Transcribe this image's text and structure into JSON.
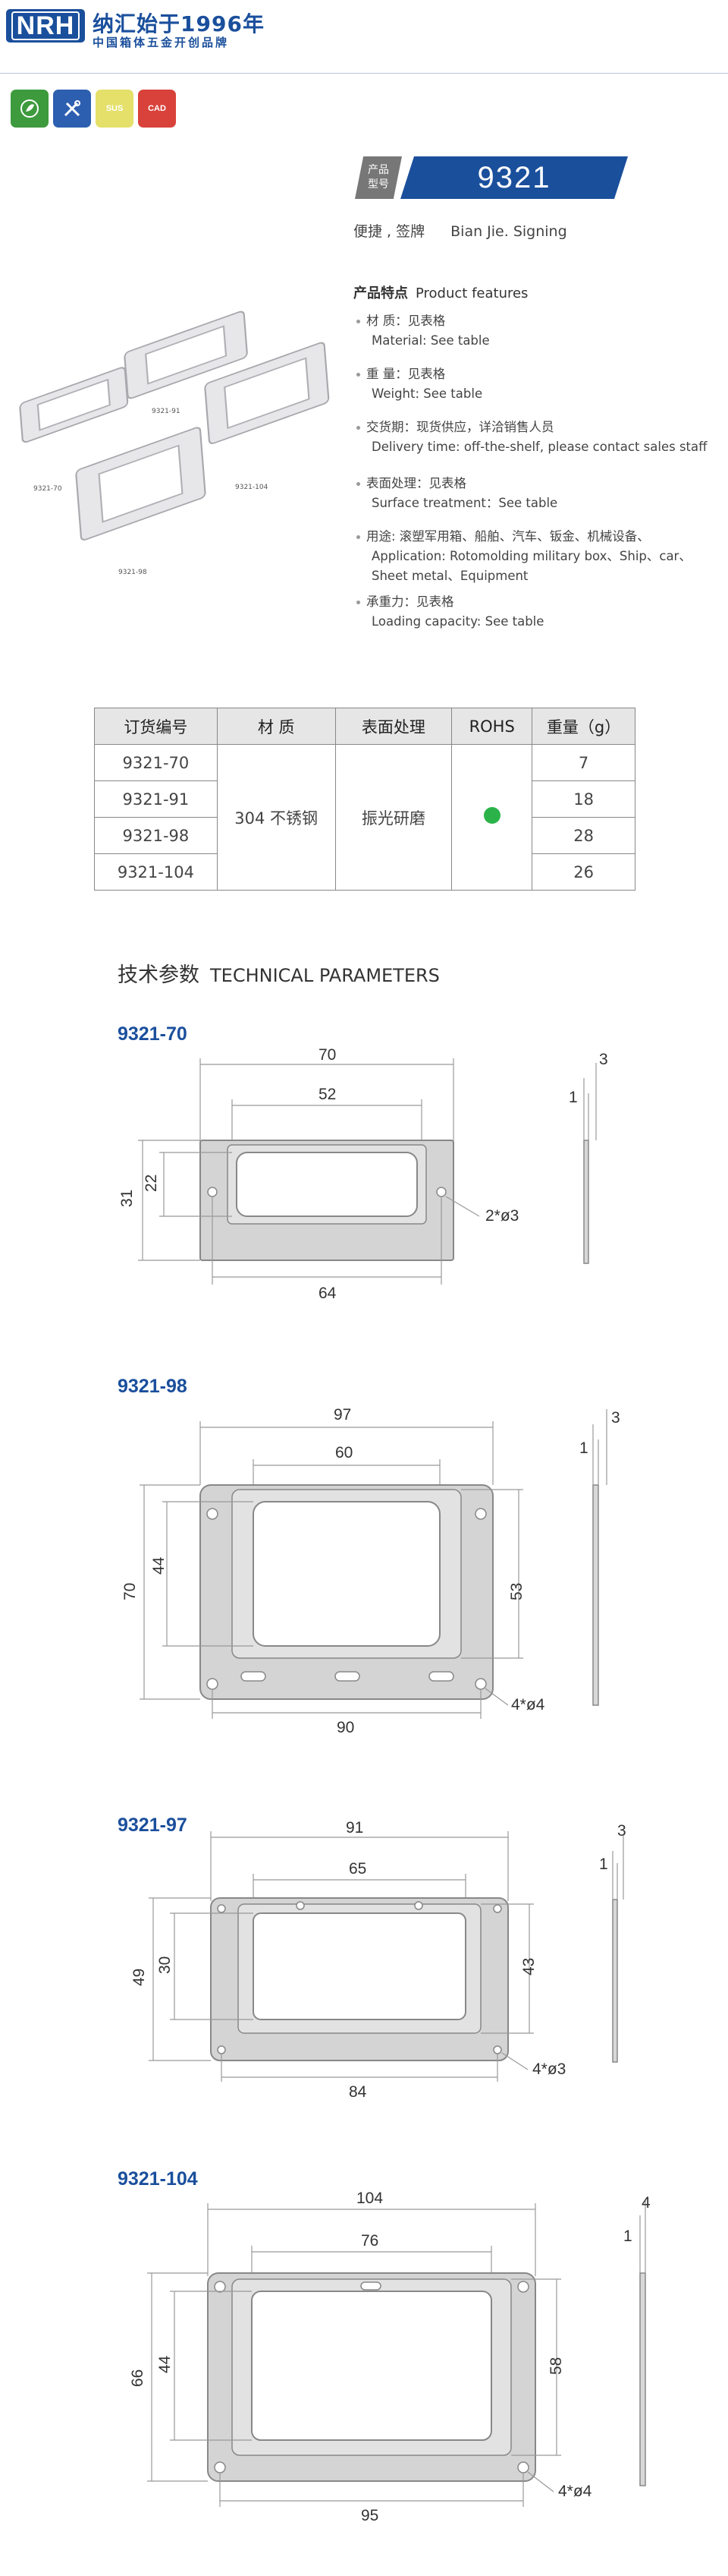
{
  "header": {
    "logo": "NRH",
    "brand": "纳汇",
    "slogan": "始于1996年",
    "subtitle": "中国箱体五金开创品牌"
  },
  "badges": [
    {
      "name": "eco-badge",
      "label": "",
      "color": "#3d9a3d"
    },
    {
      "name": "tools-badge",
      "label": "",
      "color": "#2d5fb0"
    },
    {
      "name": "sus-badge",
      "label": "SUS",
      "color": "#e4e06a"
    },
    {
      "name": "cad-badge",
      "label": "CAD",
      "color": "#d8423a"
    }
  ],
  "product": {
    "model_label_top": "产品",
    "model_label_bottom": "型号",
    "model": "9321",
    "name_cn": "便捷 , 签牌",
    "name_en": "Bian Jie. Signing"
  },
  "thumbs": [
    "9321-91",
    "9321-70",
    "9321-104",
    "9321-98"
  ],
  "features": {
    "title_cn": "产品特点",
    "title_en": "Product features",
    "items": [
      {
        "cn": "材   质：见表格",
        "en": "Material: See table"
      },
      {
        "cn": "重   量：见表格",
        "en": "Weight: See table"
      },
      {
        "cn": "交货期：现货供应，详洽销售人员",
        "en": "Delivery time: off-the-shelf, please contact sales staff"
      },
      {
        "cn": "表面处理：见表格",
        "en": "Surface treatment：See table"
      },
      {
        "cn": "用途: 滚塑军用箱、船舶、汽车、钣金、机械设备、",
        "en": "Application: Rotomolding military box、Ship、car、Sheet metal、Equipment"
      },
      {
        "cn": "承重力：见表格",
        "en": "Loading capacity: See table"
      }
    ]
  },
  "table": {
    "headers": [
      "订货编号",
      "材   质",
      "表面处理",
      "ROHS",
      "重量（g）"
    ],
    "rows": [
      {
        "code": "9321-70",
        "weight": "7"
      },
      {
        "code": "9321-91",
        "weight": "18"
      },
      {
        "code": "9321-98",
        "weight": "28"
      },
      {
        "code": "9321-104",
        "weight": "26"
      }
    ],
    "material": "304 不锈钢",
    "surface": "振光研磨",
    "rohs_color": "#2bb34a"
  },
  "tech": {
    "title_cn": "技术参数",
    "title_en": "TECHNICAL PARAMETERS",
    "parts": [
      {
        "label": "9321-70",
        "dims": {
          "w": "70",
          "inner_w": "52",
          "h": "31",
          "inner_h": "22",
          "hole_span": "64",
          "holes": "2*ø3",
          "t": "3",
          "t2": "1"
        }
      },
      {
        "label": "9321-98",
        "dims": {
          "w": "97",
          "inner_w": "60",
          "h": "70",
          "inner_h": "44",
          "side": "53",
          "hole_span": "90",
          "holes": "4*ø4",
          "t": "3",
          "t2": "1"
        }
      },
      {
        "label": "9321-97",
        "dims": {
          "w": "91",
          "inner_w": "65",
          "h": "49",
          "inner_h": "30",
          "side": "43",
          "hole_span": "84",
          "holes": "4*ø3",
          "t": "3",
          "t2": "1"
        }
      },
      {
        "label": "9321-104",
        "dims": {
          "w": "104",
          "inner_w": "76",
          "h": "66",
          "inner_h": "44",
          "side": "58",
          "hole_span": "95",
          "holes": "4*ø4",
          "t": "4",
          "t2": "1"
        }
      }
    ]
  }
}
